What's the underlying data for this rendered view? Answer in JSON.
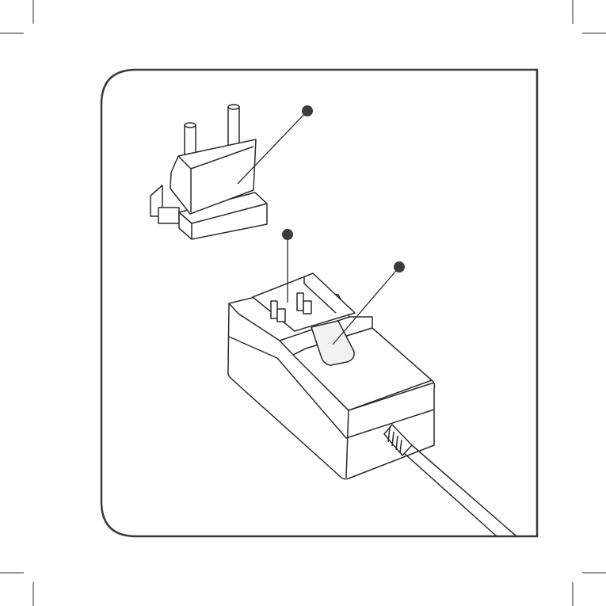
{
  "figure": {
    "callouts": [
      {
        "label": "",
        "target": "plug-adapter"
      },
      {
        "label": "",
        "target": "adapter-slot"
      },
      {
        "label": "",
        "target": "release-button"
      }
    ]
  },
  "colors": {
    "stroke": "#2a2a2a",
    "marker": "#3c3c3c",
    "frame": "#3a3a3a",
    "background": "#ffffff",
    "shade": "#f2f2f2"
  }
}
